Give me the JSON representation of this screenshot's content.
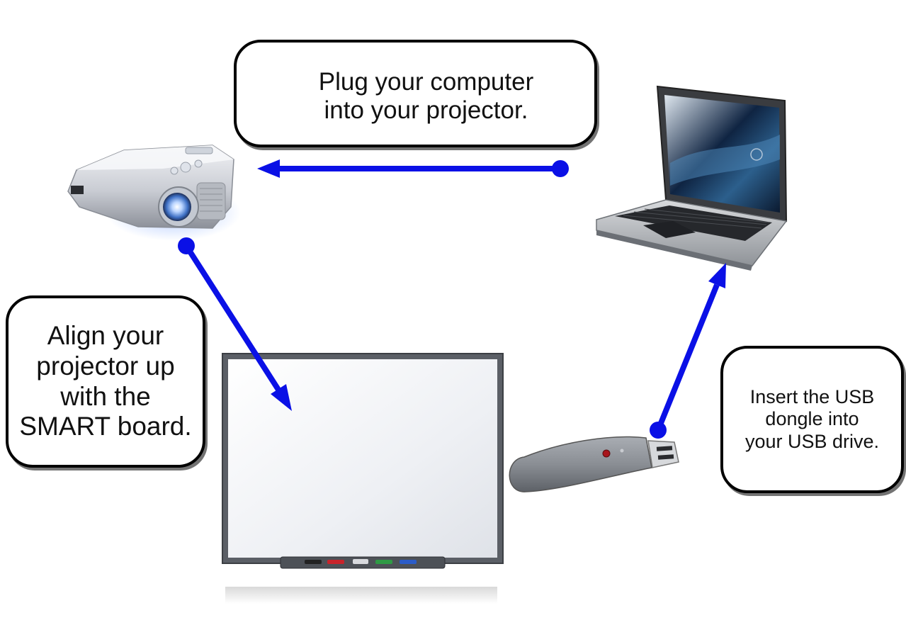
{
  "callouts": {
    "computer_to_projector": "Plug your computer\ninto your projector.",
    "align_projector": "Align your\nprojector up\nwith the\nSMART board.",
    "usb_dongle": "Insert the USB\ndongle into\nyour USB drive."
  },
  "colors": {
    "arrow": "#0a10e6",
    "callout_border": "#000000",
    "callout_fill": "#ffffff"
  },
  "icons": [
    "projector-icon",
    "laptop-icon",
    "smart-board-icon",
    "usb-dongle-icon"
  ]
}
